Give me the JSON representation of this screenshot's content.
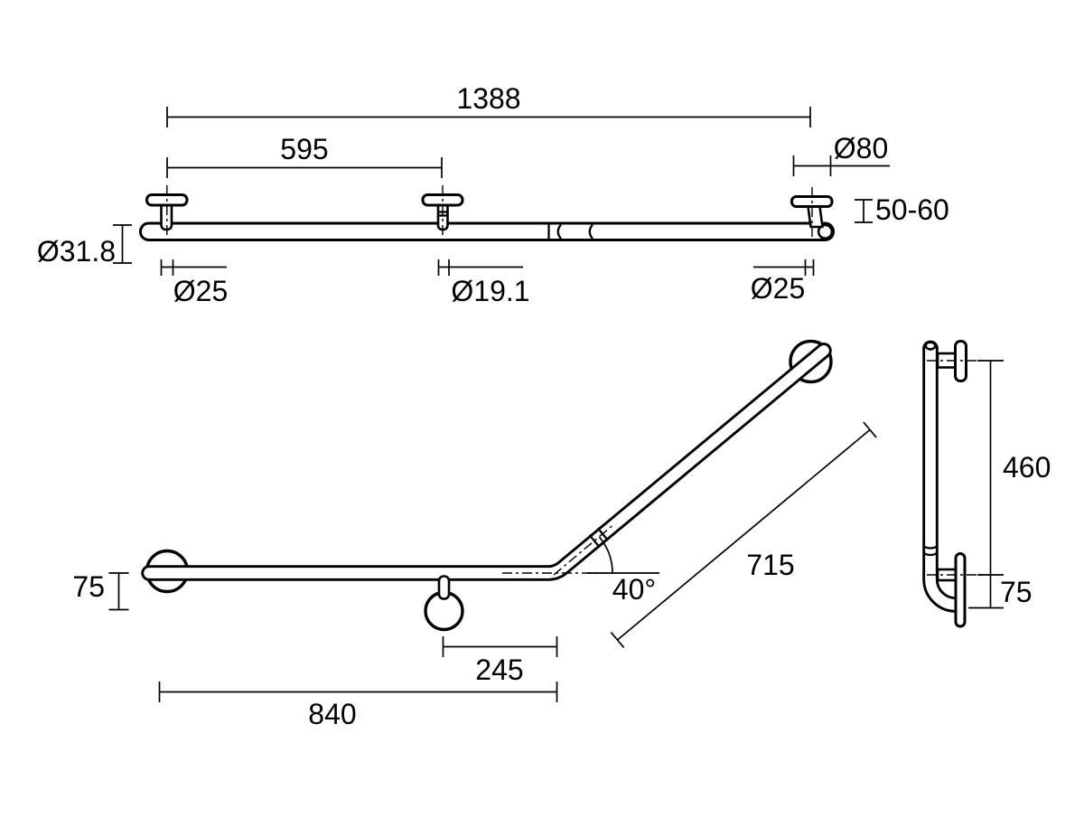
{
  "colors": {
    "background": "#ffffff",
    "line": "#000000"
  },
  "views": {
    "top": {
      "dims": {
        "overall_length": "1388",
        "left_span": "595",
        "flange_diameter": "Ø80",
        "wall_offset": "50-60",
        "rail_diameter": "Ø31.8",
        "left_post": "Ø25",
        "middle_post": "Ø19.1",
        "right_post": "Ø25"
      }
    },
    "front": {
      "dims": {
        "flange_size": "75",
        "bend_angle": "40°",
        "post_to_bend": "245",
        "horizontal_run": "840",
        "angled_run": "715"
      }
    },
    "side": {
      "dims": {
        "upper_span": "460",
        "lower_span": "75"
      }
    }
  }
}
